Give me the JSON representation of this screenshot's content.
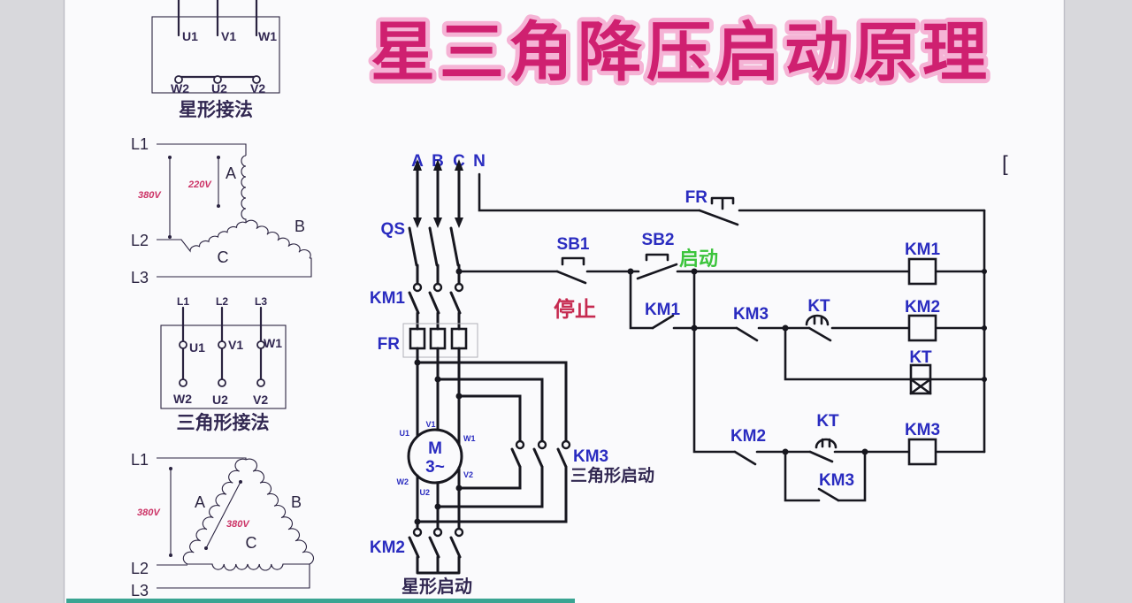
{
  "title": {
    "text": "星三角降压启动原理"
  },
  "side_note": "[",
  "colors": {
    "title_pink": "#cf2070",
    "title_outline": "#f5b3d5",
    "wire": "#17171f",
    "label_blue": "#2a2cc0",
    "stop_red": "#c62a50",
    "start_green": "#3cc43c",
    "caption_dark": "#322852",
    "voltage_red": "#cc3366",
    "teal_strip": "#3aa492",
    "page_bg": "#fafafc",
    "side_strip": "#d8d8dc"
  },
  "star_box": {
    "caption": "星形接法",
    "top": [
      "U1",
      "V1",
      "W1"
    ],
    "bottom": [
      "W2",
      "U2",
      "V2"
    ]
  },
  "star_winding": {
    "l1": "L1",
    "l2": "L2",
    "l3": "L3",
    "a": "A",
    "b": "B",
    "c": "C",
    "v_line": "380V",
    "v_phase": "220V"
  },
  "delta_box": {
    "caption": "三角形接法",
    "feeders": [
      "L1",
      "L2",
      "L3"
    ],
    "top": [
      "U1",
      "V1",
      "W1"
    ],
    "bottom": [
      "W2",
      "U2",
      "V2"
    ]
  },
  "delta_winding": {
    "l1": "L1",
    "l2": "L2",
    "l3": "L3",
    "a": "A",
    "b": "B",
    "c": "C",
    "v_line": "380V",
    "v_inner": "380V"
  },
  "main": {
    "phases": [
      "A",
      "B",
      "C",
      "N"
    ],
    "qs": "QS",
    "km1": "KM1",
    "fr": "FR",
    "motor_label": "M",
    "motor_sub": "3~",
    "motor_top": [
      "U1",
      "V1",
      "W1"
    ],
    "motor_bottom": [
      "W2",
      "U2",
      "V2"
    ],
    "km2": "KM2",
    "star_caption": "星形启动",
    "km3": "KM3",
    "delta_caption": "三角形启动"
  },
  "control": {
    "fr": "FR",
    "sb1": "SB1",
    "stop": "停止",
    "sb2": "SB2",
    "start": "启动",
    "km1_aux": "KM1",
    "km1_coil": "KM1",
    "km3_nc": "KM3",
    "kt_nc": "KT",
    "km2_coil": "KM2",
    "kt_coil": "KT",
    "km2_nc": "KM2",
    "kt_no": "KT",
    "km3_aux": "KM3",
    "km3_coil": "KM3"
  }
}
